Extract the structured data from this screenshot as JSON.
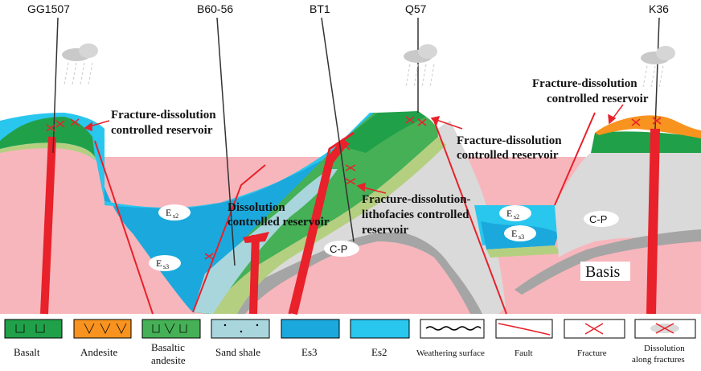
{
  "wells": [
    {
      "name": "GG1507"
    },
    {
      "name": "B60-56"
    },
    {
      "name": "BT1"
    },
    {
      "name": "Q57"
    },
    {
      "name": "K36"
    }
  ],
  "callouts": {
    "left": [
      "Fracture-dissolution",
      "controlled reservoir"
    ],
    "dissolution": [
      "Dissolution",
      "controlled reservoir"
    ],
    "middle": [
      "Fracture-dissolution",
      "controlled reservoir"
    ],
    "lithofacies": [
      "Fracture-dissolution-",
      "lithofacies controlled",
      "reservoir"
    ],
    "right": [
      "Fracture-dissolution",
      "controlled reservoir"
    ]
  },
  "units": {
    "es2": {
      "main": "E",
      "sub": "s2"
    },
    "es3": {
      "main": "E",
      "sub": "s3"
    },
    "cp": "C-P",
    "basis": "Basis"
  },
  "legend": [
    {
      "key": "basalt",
      "label": "Basalt"
    },
    {
      "key": "andesite",
      "label": "Andesite"
    },
    {
      "key": "basaltic-andesite",
      "label": "Basaltic",
      "label2": "andesite"
    },
    {
      "key": "sand-shale",
      "label": "Sand shale"
    },
    {
      "key": "es3",
      "label": "Es3"
    },
    {
      "key": "es2",
      "label": "Es2"
    },
    {
      "key": "weathering-surface",
      "label": "Weathering surface"
    },
    {
      "key": "fault",
      "label": "Fault"
    },
    {
      "key": "fracture",
      "label": "Fracture"
    },
    {
      "key": "dissolution-fractures",
      "label": "Dissolution",
      "label2": "along fractures"
    }
  ],
  "colors": {
    "basement": "#f7b6bc",
    "cp": "#dadada",
    "weathered_band": "#a5a5a5",
    "es3": "#1ba9dd",
    "es2": "#29c6ee",
    "basalt": "#21a04a",
    "basaltic_andesite": "#45b056",
    "andesite": "#f7931e",
    "sand_shale": "#a9d6dd",
    "tuff": "#b5cf80",
    "fault": "#e8212a",
    "well": "#333333"
  }
}
